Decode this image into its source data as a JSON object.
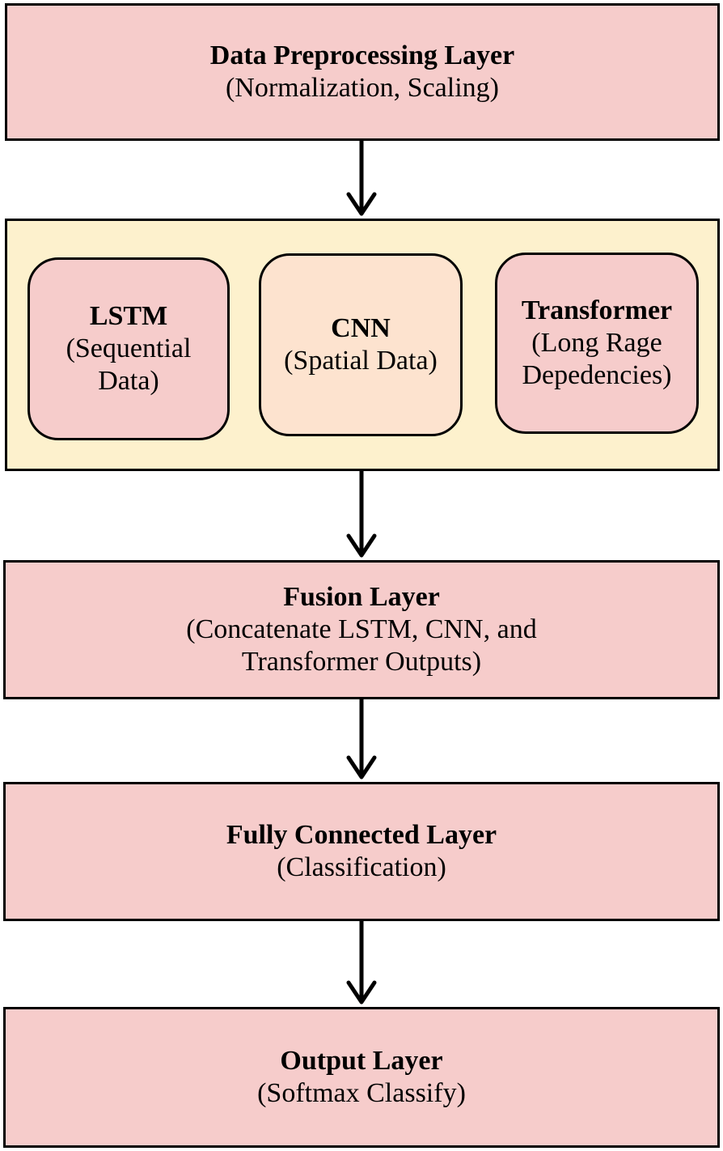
{
  "layers": {
    "preprocessing": {
      "title": "Data Preprocessing Layer",
      "subtitle": "(Normalization, Scaling)"
    },
    "models": {
      "lstm": {
        "title": "LSTM",
        "line1": "(Sequential",
        "line2": "Data)"
      },
      "cnn": {
        "title": "CNN",
        "line1": "(Spatial Data)"
      },
      "transformer": {
        "title": "Transformer",
        "line1": "(Long Rage",
        "line2": "Depedencies)"
      }
    },
    "fusion": {
      "title": "Fusion Layer",
      "line1": "(Concatenate LSTM, CNN, and",
      "line2": "Transformer Outputs)"
    },
    "fully_connected": {
      "title": "Fully Connected Layer",
      "subtitle": "(Classification)"
    },
    "output": {
      "title": "Output Layer",
      "subtitle": "(Softmax Classify)"
    }
  },
  "colors": {
    "layer_fill": "#f6cccb",
    "group_fill": "#fdf1cd",
    "cnn_fill": "#fde3cf",
    "stroke": "#000000"
  }
}
